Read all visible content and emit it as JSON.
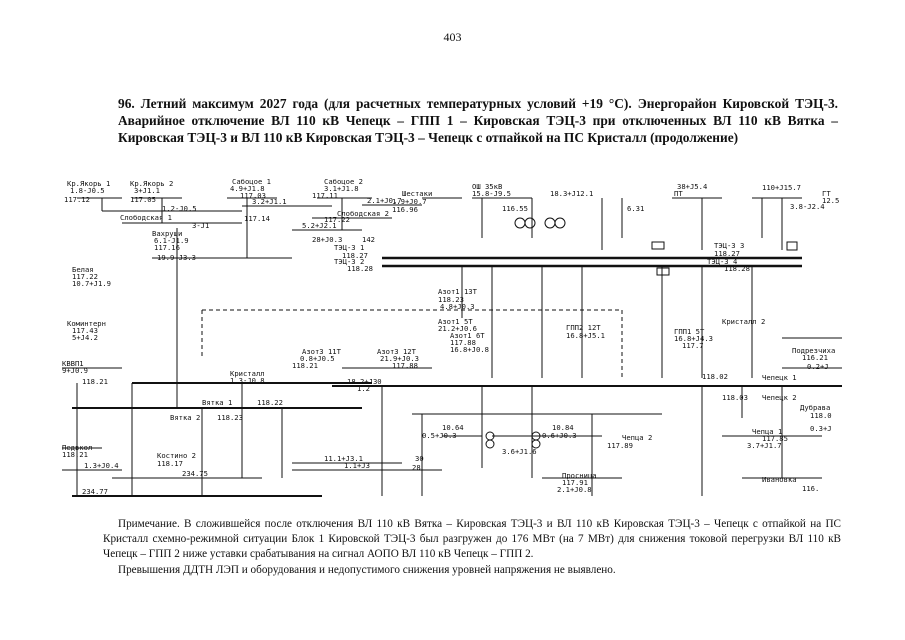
{
  "page_number": "403",
  "heading": {
    "number": "96.",
    "text": "Летний максимум 2027 года (для расчетных температурных условий +19 °С). Энергорайон Кировской ТЭЦ-3. Аварийное отключение ВЛ 110 кВ Чепецк – ГПП 1 – Кировская ТЭЦ-3 при отключенных ВЛ 110 кВ Вятка – Кировская ТЭЦ-3 и ВЛ 110 кВ Кировская ТЭЦ-3 – Чепецк с отпайкой на ПС Кристалл (продолжение)"
  },
  "diagram": {
    "substations": [
      {
        "name": "Кр.Якорь 1",
        "lines": [
          "1.8-J0.5",
          "117.12"
        ]
      },
      {
        "name": "Кр.Якорь 2",
        "lines": [
          "3+J1.1",
          "117.05"
        ]
      },
      {
        "name": "Сабоцое 1",
        "lines": [
          "4.9+J1.8",
          "117.03"
        ]
      },
      {
        "name": "Сабоцое 2",
        "lines": [
          "3.1+J1.8",
          "117.11"
        ]
      },
      {
        "name": "Шестаки",
        "lines": [
          "1.9+J0.7",
          "116.96"
        ]
      },
      {
        "name": "ОШ 35кВ",
        "lines": [
          "15.8-J9.5",
          "116.55"
        ]
      },
      {
        "name": "Слободская 1",
        "lines": [
          "3-J1",
          "117.14"
        ]
      },
      {
        "name": "Слободская 2",
        "lines": [
          "5.2+J2.1",
          "117.22"
        ]
      },
      {
        "name": "Вахруши",
        "lines": [
          "6.1-J1.9",
          "117.16"
        ]
      },
      {
        "name": "Белая",
        "lines": [
          "117.22",
          "10.7+J1.9"
        ]
      },
      {
        "name": "ТЭЦ-3 1",
        "lines": [
          "118.27"
        ]
      },
      {
        "name": "ТЭЦ-3 2",
        "lines": [
          "118.28"
        ]
      },
      {
        "name": "ТЭЦ-3 3",
        "lines": [
          "118.27"
        ]
      },
      {
        "name": "ТЭЦ-3 4",
        "lines": [
          "118.28"
        ]
      },
      {
        "name": "Коминтерн",
        "lines": [
          "117.43",
          "5+J4.2"
        ]
      },
      {
        "name": "КВВП1",
        "lines": [
          "9+J0.9",
          "118.21"
        ]
      },
      {
        "name": "Кристалл",
        "lines": [
          "1.3-J0.8"
        ]
      },
      {
        "name": "Азот3 11Т",
        "lines": [
          "0.8+J0.5",
          "118.21"
        ]
      },
      {
        "name": "Азот3 12Т",
        "lines": [
          "21.9+J0.3",
          "117.88"
        ]
      },
      {
        "name": "Азот1 13Т",
        "lines": [
          "118.23",
          "4.8+J0.3"
        ]
      },
      {
        "name": "Азот1 5Т",
        "lines": [
          "21.2+J0.6"
        ]
      },
      {
        "name": "Азот1 6Т",
        "lines": [
          "117.88",
          "16.8+J0.8"
        ]
      },
      {
        "name": "ГПП2 12Т",
        "lines": [
          "16.8+J5.1"
        ]
      },
      {
        "name": "ГПП1 5Т",
        "lines": [
          "16.8+J4.3",
          "117.7"
        ]
      },
      {
        "name": "Кристалл 2",
        "lines": []
      },
      {
        "name": "Подрезчиха",
        "lines": [
          "116.21",
          "0.2+J"
        ]
      },
      {
        "name": "Чепецк 1",
        "lines": [
          "118.02"
        ]
      },
      {
        "name": "Чепецк 2",
        "lines": [
          "118.03"
        ]
      },
      {
        "name": "Дубрава",
        "lines": [
          "118.0",
          "0.3+J"
        ]
      },
      {
        "name": "Вятка 1",
        "lines": [
          "118.22",
          "234.75"
        ]
      },
      {
        "name": "Вятка 2",
        "lines": [
          "118.23",
          "234.77"
        ]
      },
      {
        "name": "Костино 2",
        "lines": [
          "118.17"
        ]
      },
      {
        "name": "Педвкол",
        "lines": [
          "118.21"
        ]
      },
      {
        "name": "Чепца 2",
        "lines": [
          "117.89"
        ]
      },
      {
        "name": "Чепца 1",
        "lines": [
          "117.85",
          "3.7+J1.7"
        ]
      },
      {
        "name": "Просница",
        "lines": [
          "117.91",
          "2.1+J0.8"
        ]
      },
      {
        "name": "Ивановка",
        "lines": [
          "116."
        ]
      },
      {
        "name": "ГТ",
        "lines": [
          "3.8-J2.4"
        ]
      },
      {
        "name": "ПТ",
        "lines": [
          "38+J5.4"
        ]
      }
    ],
    "flows": [
      "1.2-J0.5",
      "3.2+J1.1",
      "2.1+J0.7",
      "18.3+J12.1",
      "6.31",
      "110+J15.7",
      "12.5",
      "28+J0.3",
      "142",
      "19.9-J3.3",
      "18.2+J30",
      "1.2",
      "10.64",
      "0.5+J0.3",
      "10.84",
      "0.6+J0.3",
      "3.6+J1.6",
      "11.1+J3.1",
      "1.1+J3",
      "30",
      "28",
      "1.3+J0.4"
    ]
  },
  "note": {
    "paragraph1": "Примечание. В сложившейся после отключения ВЛ 110 кВ Вятка – Кировская ТЭЦ-3 и ВЛ 110 кВ Кировская ТЭЦ-3 – Чепецк с отпайкой на ПС Кристалл схемно-режимной ситуации Блок 1 Кировской ТЭЦ-3 был разгружен до 176 МВт (на 7 МВт) для снижения токовой перегрузки ВЛ 110 кВ Чепецк – ГПП 2 ниже уставки срабатывания на сигнал АОПО ВЛ 110 кВ Чепецк – ГПП 2.",
    "paragraph2": "Превышения ДДТН ЛЭП и оборудования и недопустимого снижения уровней напряжения не выявлено."
  }
}
